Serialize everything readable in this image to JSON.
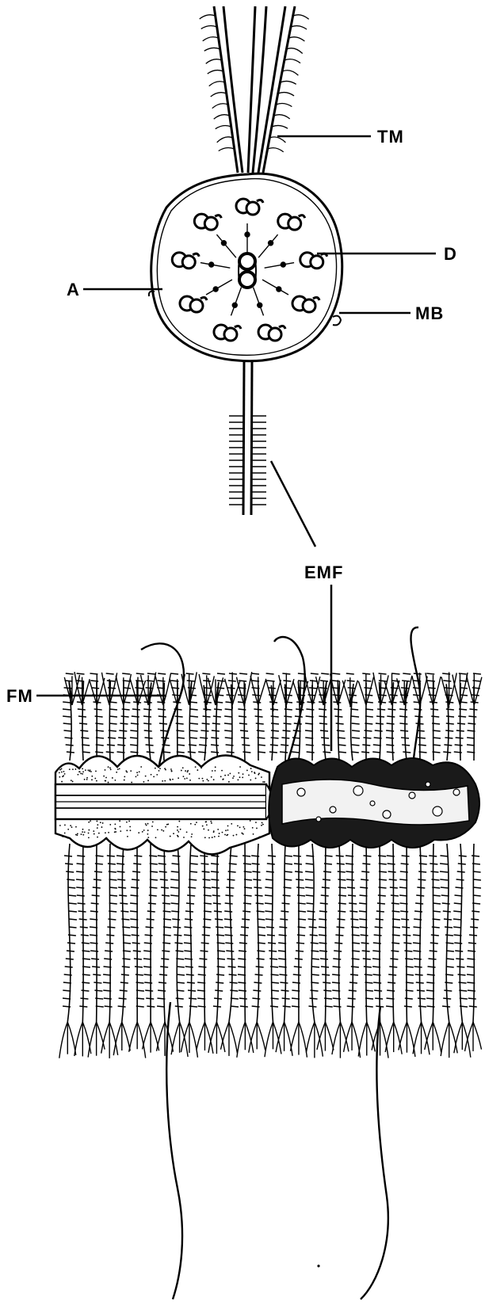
{
  "labels": {
    "tm": "TM",
    "d": "D",
    "a": "A",
    "mb": "MB",
    "emf": "EMF",
    "fm": "FM"
  },
  "colors": {
    "ink": "#000000",
    "paper": "#ffffff"
  }
}
